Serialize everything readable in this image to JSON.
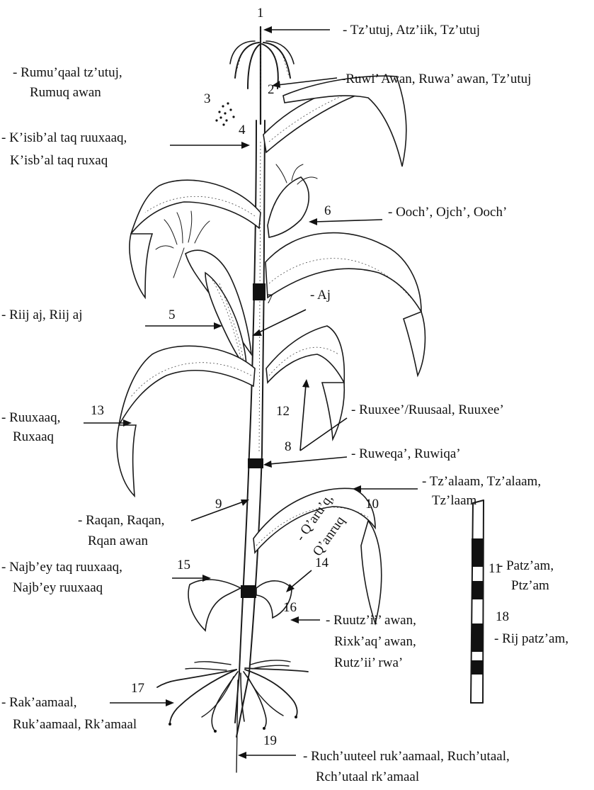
{
  "numbers": {
    "n1": "1",
    "n2": "2",
    "n3": "3",
    "n4": "4",
    "n5": "5",
    "n6": "6",
    "n7": "7",
    "n8": "8",
    "n9": "9",
    "n10": "10",
    "n11": "11",
    "n12": "12",
    "n13": "13",
    "n14": "14",
    "n15": "15",
    "n16": "16",
    "n17": "17",
    "n18": "18",
    "n19": "19"
  },
  "labels": {
    "tassel": "- Tz’utuj, Atz’iik, Tz’utuj",
    "pollen_1": "- Rumu’qaal tz’utuj,",
    "pollen_2": "Rumuq awan",
    "tassel_stem": "-Ruwi’ Awan, Ruwa’ awan, Tz’utuj",
    "flag_leaf_1": "- K’isib’al taq ruuxaaq,",
    "flag_leaf_2": "K’isb’al taq ruxaq",
    "ear_top": "- Ooch’, Ojch’, Ooch’",
    "silk_1": "- Riij aj, Riij aj",
    "ear": "- Aj",
    "leaf_blade_1": "- Ruuxaaq,",
    "leaf_blade_2": "Ruxaaq",
    "sheath": "- Ruuxee’/Ruusaal, Ruuxee’",
    "node": "- Ruweqa’, Ruwiqa’",
    "collar_1": "- Tz’alaam, Tz’alaam,",
    "collar_2": "Tz’laam",
    "stalk_1": "- Raqan, Raqan,",
    "stalk_2": "Rqan awan",
    "ligule_1": "- Q’aru’q,",
    "ligule_2": "Q’anruq",
    "internode_1": "- Patz’am,",
    "internode_2": "Ptz’am",
    "lower_leaf_1": "- Najb’ey taq ruuxaaq,",
    "lower_leaf_2": "Najb’ey ruuxaaq",
    "node_ring": "- Rij patz’am,",
    "brace_root_1": "- Ruutz’ii’ awan,",
    "brace_root_2": "Rixk’aq’ awan,",
    "brace_root_3": "Rutz’ii’ rwa’",
    "roots_1": "- Rak’aamaal,",
    "roots_2": "Ruk’aamaal, Rk’amaal",
    "root_tip_1": "- Ruch’uuteel ruk’aamaal, Ruch’utaal,",
    "root_tip_2": "Rch’utaal rk’amaal"
  }
}
